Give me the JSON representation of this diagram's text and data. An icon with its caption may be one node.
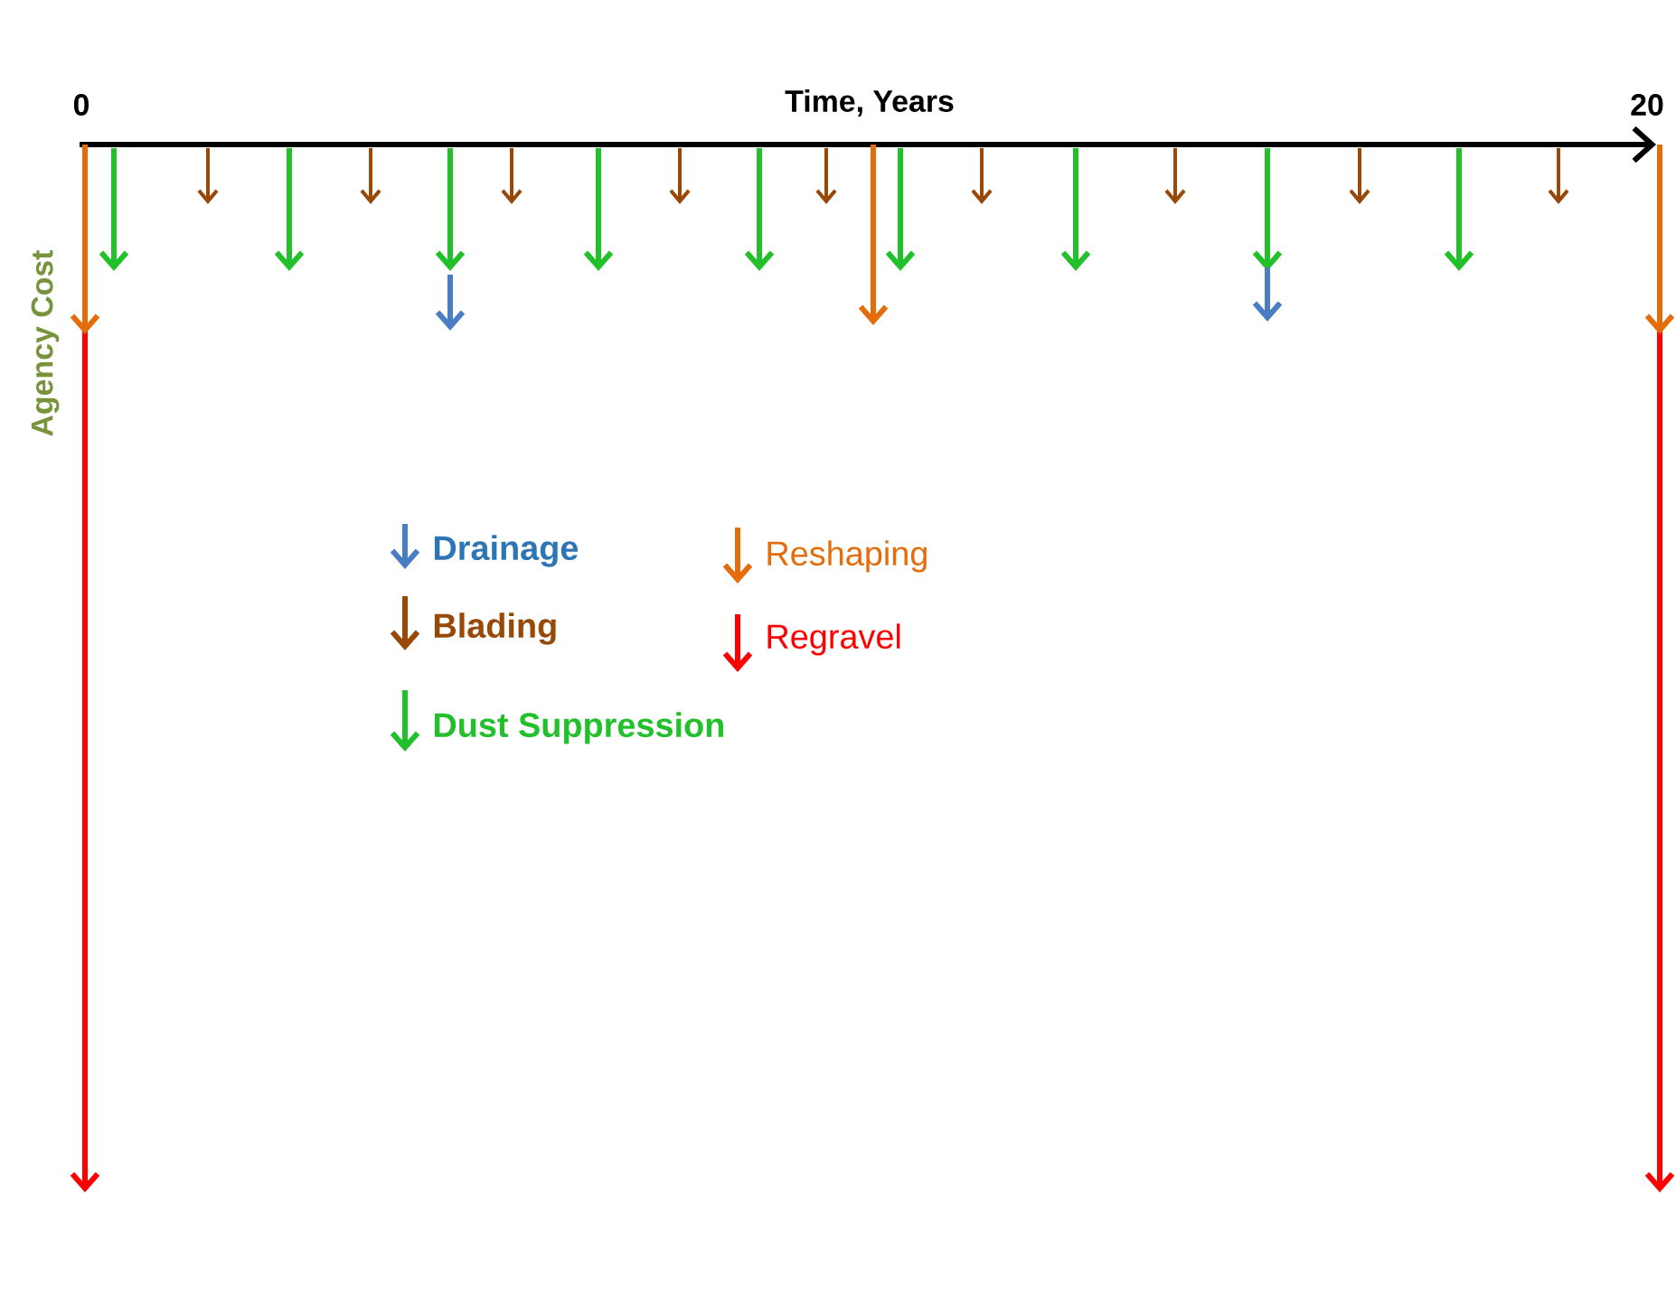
{
  "diagram": {
    "labels": [
      "0",
      "Time, Years",
      "20",
      "Agency Cost"
    ],
    "legend": [
      {
        "text": "Drainage"
      },
      {
        "text": "Blading"
      },
      {
        "text": "Dust Suppression"
      },
      {
        "text": "Reshaping"
      },
      {
        "text": "Regravel"
      }
    ]
  }
}
